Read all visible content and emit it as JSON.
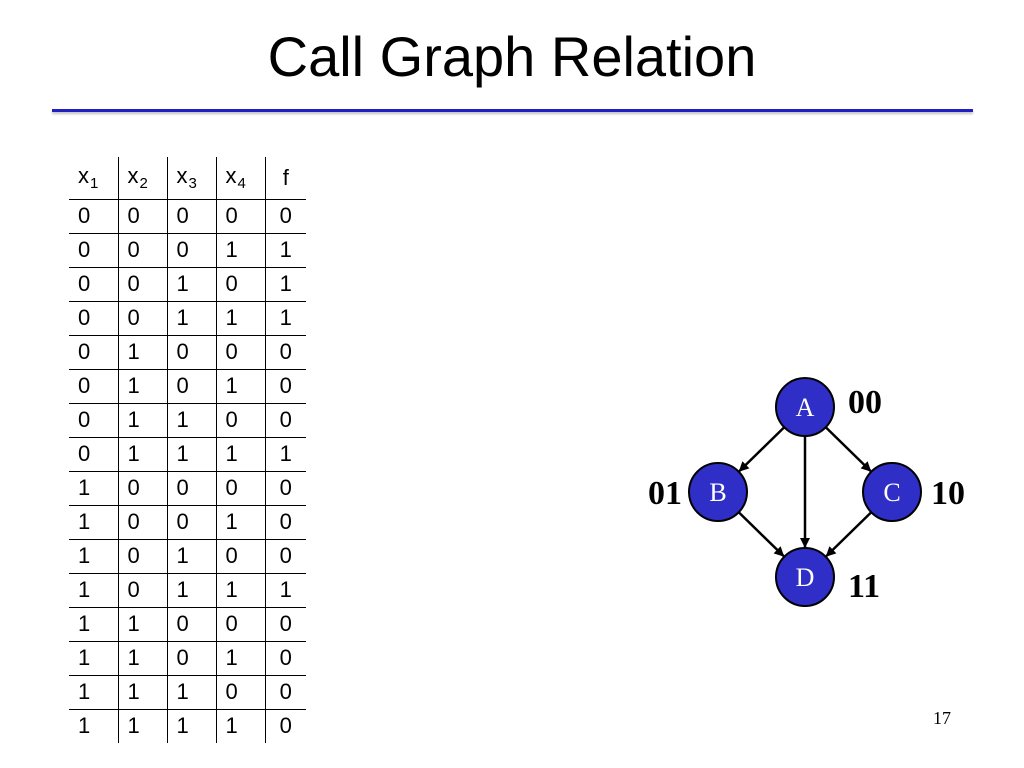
{
  "slide": {
    "title": "Call Graph Relation",
    "page_number": "17"
  },
  "table": {
    "columns": [
      {
        "var": "x",
        "sub": "1"
      },
      {
        "var": "x",
        "sub": "2"
      },
      {
        "var": "x",
        "sub": "3"
      },
      {
        "var": "x",
        "sub": "4"
      },
      {
        "var": "f",
        "sub": ""
      }
    ],
    "rows": [
      [
        "0",
        "0",
        "0",
        "0",
        "0"
      ],
      [
        "0",
        "0",
        "0",
        "1",
        "1"
      ],
      [
        "0",
        "0",
        "1",
        "0",
        "1"
      ],
      [
        "0",
        "0",
        "1",
        "1",
        "1"
      ],
      [
        "0",
        "1",
        "0",
        "0",
        "0"
      ],
      [
        "0",
        "1",
        "0",
        "1",
        "0"
      ],
      [
        "0",
        "1",
        "1",
        "0",
        "0"
      ],
      [
        "0",
        "1",
        "1",
        "1",
        "1"
      ],
      [
        "1",
        "0",
        "0",
        "0",
        "0"
      ],
      [
        "1",
        "0",
        "0",
        "1",
        "0"
      ],
      [
        "1",
        "0",
        "1",
        "0",
        "0"
      ],
      [
        "1",
        "0",
        "1",
        "1",
        "1"
      ],
      [
        "1",
        "1",
        "0",
        "0",
        "0"
      ],
      [
        "1",
        "1",
        "0",
        "1",
        "0"
      ],
      [
        "1",
        "1",
        "1",
        "0",
        "0"
      ],
      [
        "1",
        "1",
        "1",
        "1",
        "0"
      ]
    ]
  },
  "graph": {
    "node_color": "#2f2fc8",
    "nodes": [
      {
        "id": "A",
        "label": "A",
        "code": "00"
      },
      {
        "id": "B",
        "label": "B",
        "code": "01"
      },
      {
        "id": "C",
        "label": "C",
        "code": "10"
      },
      {
        "id": "D",
        "label": "D",
        "code": "11"
      }
    ],
    "edges": [
      {
        "from": "A",
        "to": "B"
      },
      {
        "from": "A",
        "to": "C"
      },
      {
        "from": "A",
        "to": "D"
      },
      {
        "from": "B",
        "to": "D"
      },
      {
        "from": "C",
        "to": "D"
      }
    ]
  }
}
